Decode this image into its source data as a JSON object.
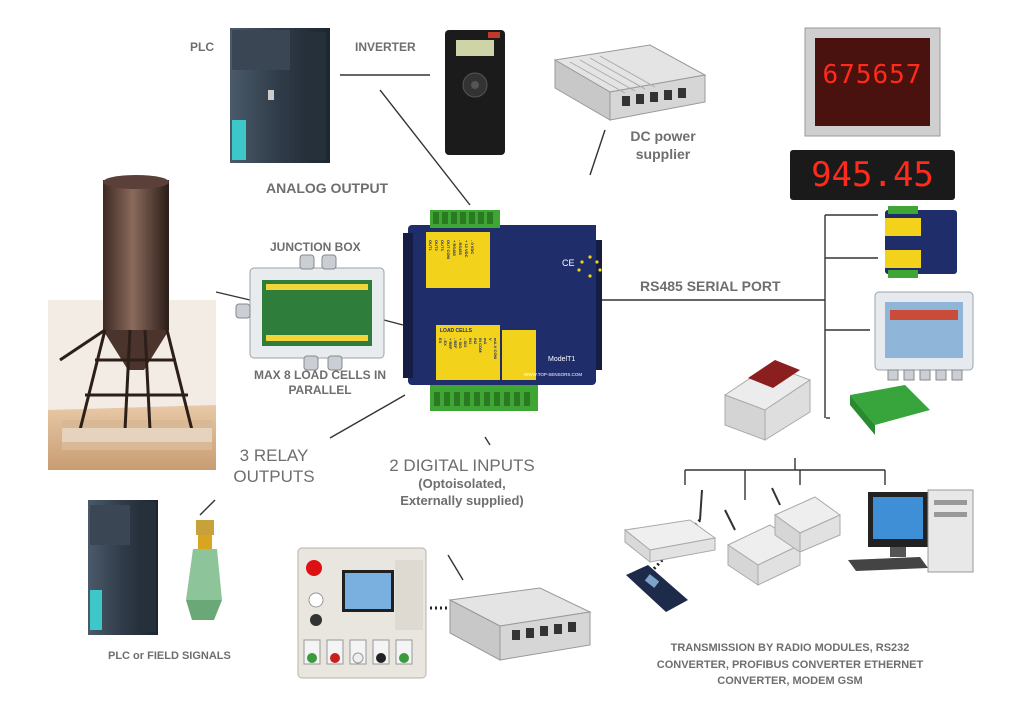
{
  "labels": {
    "plc": "PLC",
    "inverter": "INVERTER",
    "analog_output": "ANALOG OUTPUT",
    "dc_power_line1": "DC power",
    "dc_power_line2": "supplier",
    "junction_box": "JUNCTION BOX",
    "max_cells_line1": "MAX 8 LOAD CELLS IN",
    "max_cells_line2": "PARALLEL",
    "relay_line1": "3 RELAY",
    "relay_line2": "OUTPUTS",
    "digital_line1": "2 DIGITAL INPUTS",
    "digital_line2": "(Optoisolated,",
    "digital_line3": "Externally supplied)",
    "rs485": "RS485 SERIAL PORT",
    "plc_field": "PLC or FIELD SIGNALS",
    "transmission_line1": "TRANSMISSION BY RADIO MODULES, RS232",
    "transmission_line2": "CONVERTER, PROFIBUS CONVERTER ETHERNET",
    "transmission_line3": "CONVERTER, MODEM GSM"
  },
  "displays": {
    "top": "675657",
    "bottom": "945.45"
  },
  "central_device": {
    "model": "ModelT1",
    "website": "WWW.TOP-SENSORS.COM",
    "ce_mark": "CE",
    "top_block_labels": [
      "OUT1",
      "OUT2",
      "OUT3",
      "OUT COM",
      "+ RS485",
      "- RS485",
      "+ 12 VDC",
      "- 0 VDC"
    ],
    "load_cells_label": "LOAD CELLS",
    "bottom_block_labels": [
      "EX",
      "- EX",
      "+ REF",
      "- REF",
      "+ SIG",
      "- SIG",
      "IN1",
      "IN2",
      "IN COM",
      "mA",
      "V",
      "mA-V COM"
    ]
  },
  "colors": {
    "label_gray": "#6e6e6e",
    "device_blue": "#1f2d6b",
    "terminal_green": "#3fa535",
    "terminal_yellow": "#f2d21b",
    "led_red": "#ff2a1a"
  }
}
